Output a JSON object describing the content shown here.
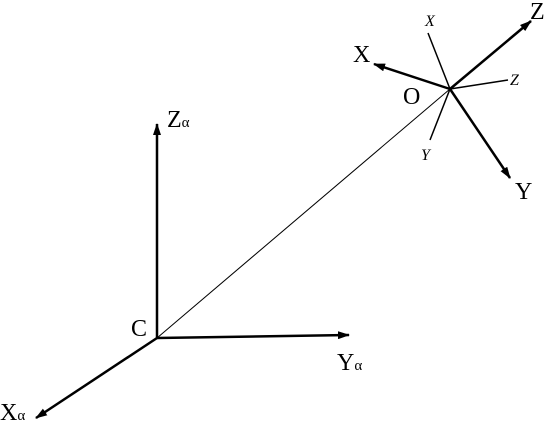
{
  "colors": {
    "stroke": "#000000",
    "background": "#ffffff"
  },
  "frames": {
    "base": {
      "origin_label": "C",
      "axes": [
        {
          "name": "Z",
          "subscript": "α"
        },
        {
          "name": "Y",
          "subscript": "α"
        },
        {
          "name": "X",
          "subscript": "α"
        }
      ]
    },
    "object": {
      "origin_label": "O",
      "axes_upright": [
        {
          "name": "Z"
        },
        {
          "name": "X"
        },
        {
          "name": "Y"
        }
      ],
      "axes_italic": [
        {
          "name": "X"
        },
        {
          "name": "Z"
        },
        {
          "name": "Y"
        }
      ]
    }
  }
}
